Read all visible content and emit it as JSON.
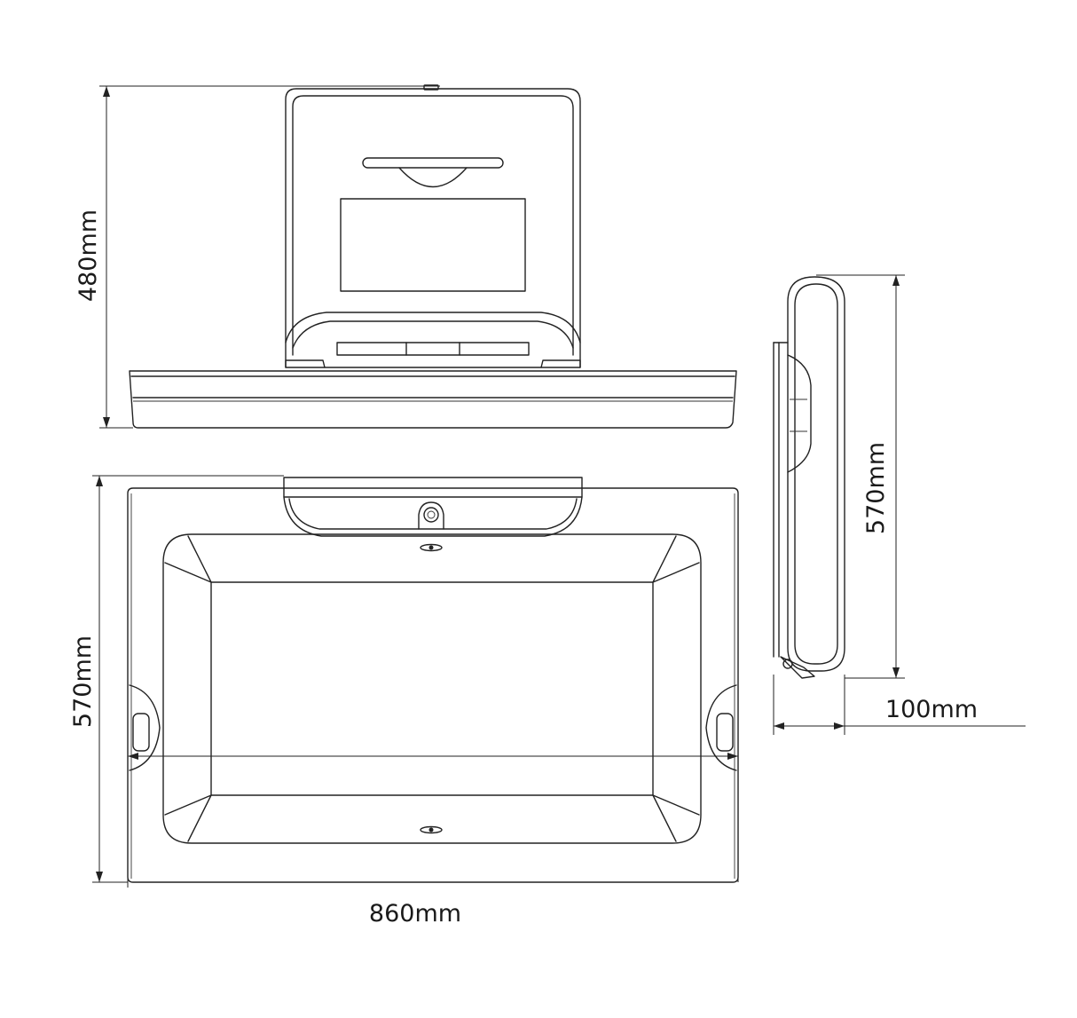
{
  "dimensions": {
    "height_folded": "480mm",
    "height_open": "570mm",
    "depth_side": "570mm",
    "width": "860mm",
    "depth": "100mm"
  },
  "colors": {
    "line": "#222222",
    "background": "#ffffff"
  }
}
